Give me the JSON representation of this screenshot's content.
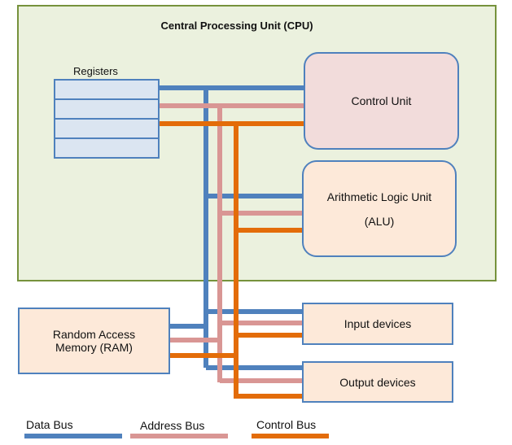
{
  "title": "Central Processing Unit (CPU)",
  "registers": {
    "label": "Registers",
    "rows": 4
  },
  "control_unit": {
    "label": "Control Unit"
  },
  "alu": {
    "line1": "Arithmetic Logic Unit",
    "line2": "(ALU)"
  },
  "ram": {
    "line1": "Random Access",
    "line2": "Memory (RAM)"
  },
  "input_devices": {
    "label": "Input devices"
  },
  "output_devices": {
    "label": "Output devices"
  },
  "legend": [
    {
      "label": "Data Bus",
      "color": "#4f81bd"
    },
    {
      "label": "Address Bus",
      "color": "#d99694"
    },
    {
      "label": "Control Bus",
      "color": "#e36c09"
    }
  ],
  "colors": {
    "data_bus": "#4f81bd",
    "address_bus": "#d99694",
    "control_bus": "#e36c09",
    "cpu_background": "#ebf1de",
    "cpu_border": "#76923c"
  }
}
